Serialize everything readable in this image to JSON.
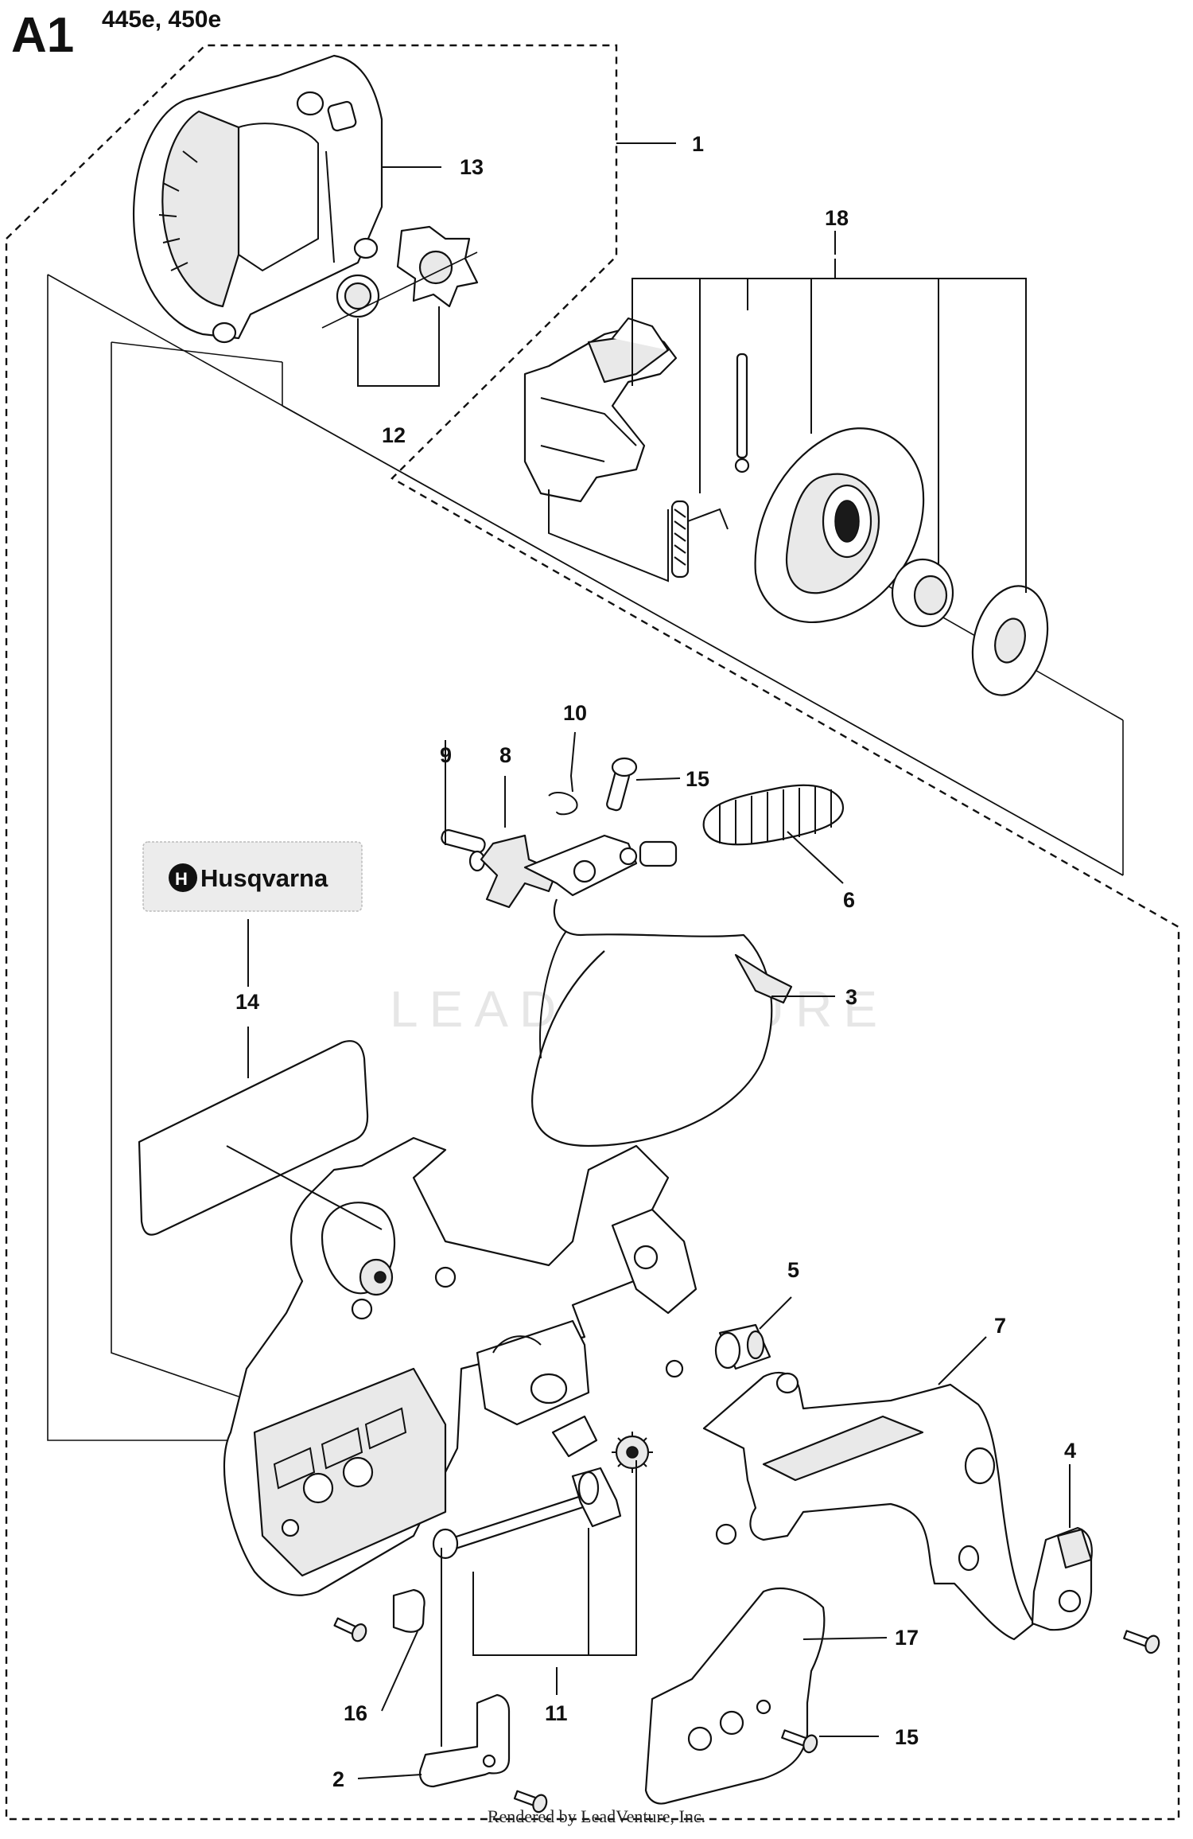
{
  "header": {
    "section_code": "A1",
    "models": "445e, 450e"
  },
  "brand_decal": {
    "text": "Husqvarna"
  },
  "watermark": "LEADVENTURE",
  "footer": {
    "rendered_by": "Rendered by LeadVenture, Inc."
  },
  "callouts": {
    "c1": "1",
    "c2": "2",
    "c3": "3",
    "c4": "4",
    "c5": "5",
    "c6": "6",
    "c7": "7",
    "c8": "8",
    "c9": "9",
    "c10": "10",
    "c11": "11",
    "c12": "12",
    "c13": "13",
    "c14": "14",
    "c15a": "15",
    "c15b": "15",
    "c16": "16",
    "c17": "17",
    "c18": "18"
  }
}
